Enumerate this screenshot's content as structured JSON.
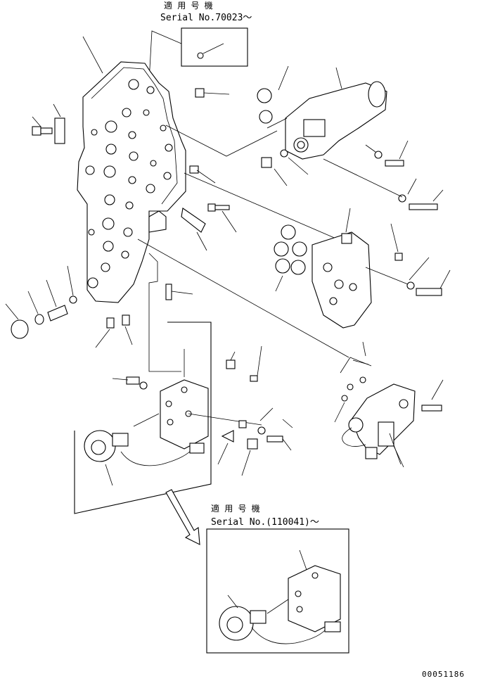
{
  "serial_notes": [
    {
      "heading": "適 用 号 機",
      "serial": "Serial No.70023～"
    },
    {
      "heading": "適 用 号 機",
      "serial": "Serial No.(110041)～"
    }
  ],
  "drawing_number": "00051186",
  "colors": {
    "ink": "#000000",
    "paper": "#ffffff"
  }
}
